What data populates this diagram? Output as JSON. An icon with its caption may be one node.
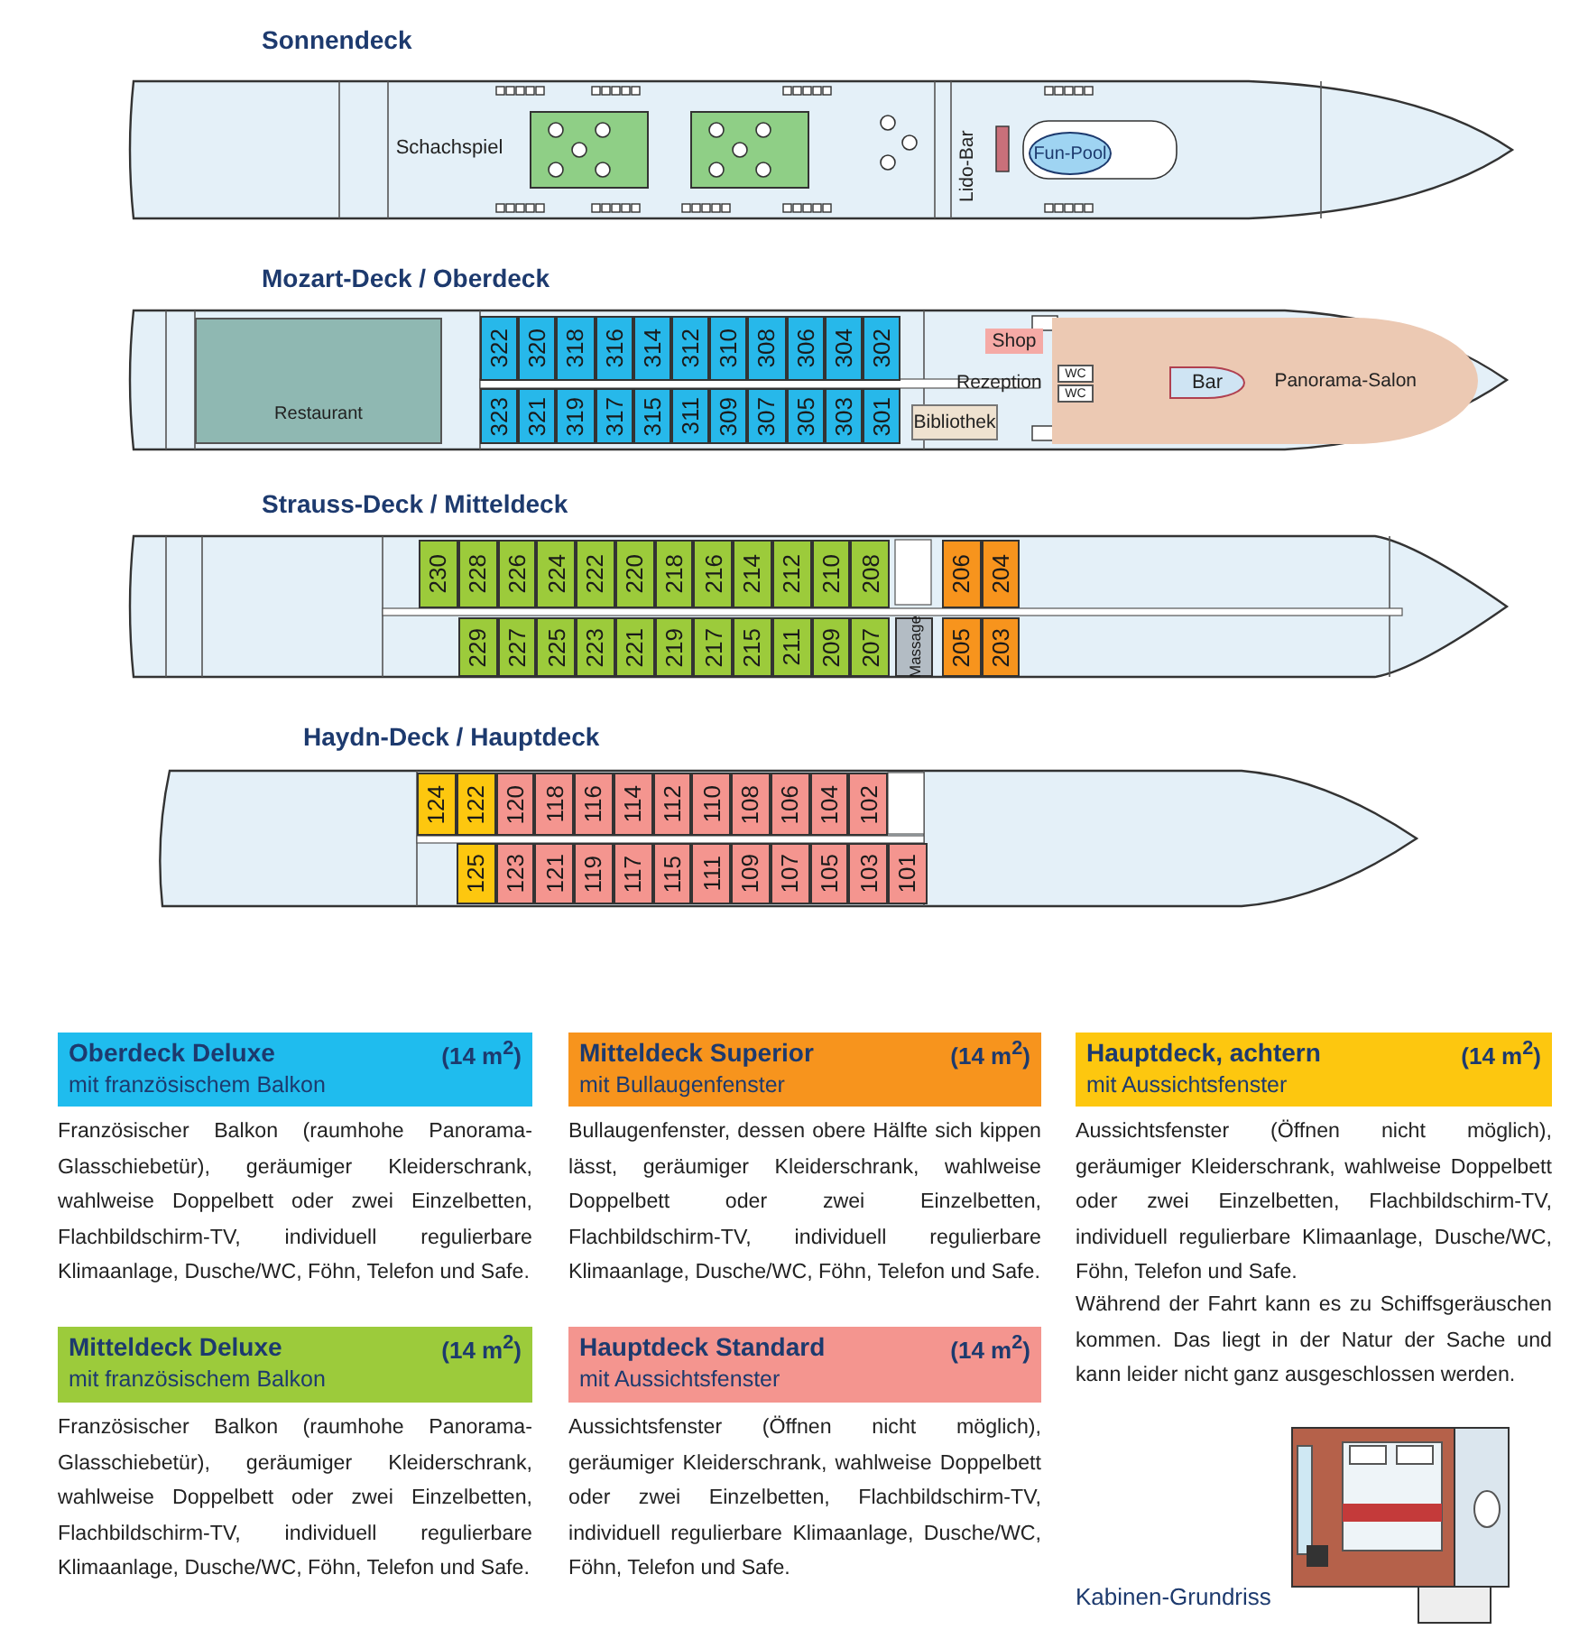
{
  "diagram": {
    "nodes": [
      {
        "text": [
          "Sonnendeck"
        ]
      },
      {
        "text": [
          "Fun-Pool"
        ],
        "in": 0
      },
      {
        "text": [
          "Mozart-Deck / Oberdeck"
        ]
      },
      {
        "text": [
          "Restaurant"
        ],
        "in": 2
      },
      {
        "text": [
          "322"
        ],
        "in": 2
      },
      {
        "text": [
          "320"
        ],
        "in": 2
      },
      {
        "text": [
          "318"
        ],
        "in": 2
      },
      {
        "text": [
          "316"
        ],
        "in": 2
      },
      {
        "text": [
          "314"
        ],
        "in": 2
      },
      {
        "text": [
          "312"
        ],
        "in": 2
      },
      {
        "text": [
          "310"
        ],
        "in": 2
      },
      {
        "text": [
          "308"
        ],
        "in": 2
      },
      {
        "text": [
          "306"
        ],
        "in": 2
      },
      {
        "text": [
          "304"
        ],
        "in": 2
      },
      {
        "text": [
          "302"
        ],
        "in": 2
      },
      {
        "text": [
          "323"
        ],
        "in": 2
      },
      {
        "text": [
          "321"
        ],
        "in": 2
      },
      {
        "text": [
          "319"
        ],
        "in": 2
      },
      {
        "text": [
          "317"
        ],
        "in": 2
      },
      {
        "text": [
          "315"
        ],
        "in": 2
      },
      {
        "text": [
          "311"
        ],
        "in": 2
      },
      {
        "text": [
          "309"
        ],
        "in": 2
      },
      {
        "text": [
          "307"
        ],
        "in": 2
      },
      {
        "text": [
          "305"
        ],
        "in": 2
      },
      {
        "text": [
          "303"
        ],
        "in": 2
      },
      {
        "text": [
          "301"
        ],
        "in": 2
      },
      {
        "text": [
          "Shop"
        ],
        "in": 2
      },
      {
        "text": [
          "Bibliothek"
        ],
        "in": 2
      },
      {
        "text": [
          "Panorama-Salon"
        ],
        "in": 2
      },
      {
        "text": [
          "WC"
        ],
        "in": 28
      },
      {
        "text": [
          "WC"
        ],
        "in": 28
      },
      {
        "text": [
          "Bar"
        ],
        "in": 28
      },
      {
        "text": [
          "Strauss-Deck / Mitteldeck"
        ]
      },
      {
        "text": [
          "230"
        ],
        "in": 32
      },
      {
        "text": [
          "228"
        ],
        "in": 32
      },
      {
        "text": [
          "226"
        ],
        "in": 32
      },
      {
        "text": [
          "224"
        ],
        "in": 32
      },
      {
        "text": [
          "222"
        ],
        "in": 32
      },
      {
        "text": [
          "220"
        ],
        "in": 32
      },
      {
        "text": [
          "218"
        ],
        "in": 32
      },
      {
        "text": [
          "216"
        ],
        "in": 32
      },
      {
        "text": [
          "214"
        ],
        "in": 32
      },
      {
        "text": [
          "212"
        ],
        "in": 32
      },
      {
        "text": [
          "210"
        ],
        "in": 32
      },
      {
        "text": [
          "208"
        ],
        "in": 32
      },
      {
        "text": [
          "206"
        ],
        "in": 32
      },
      {
        "text": [
          "204"
        ],
        "in": 32
      },
      {
        "text": [
          "229"
        ],
        "in": 32
      },
      {
        "text": [
          "227"
        ],
        "in": 32
      },
      {
        "text": [
          "225"
        ],
        "in": 32
      },
      {
        "text": [
          "223"
        ],
        "in": 32
      },
      {
        "text": [
          "221"
        ],
        "in": 32
      },
      {
        "text": [
          "219"
        ],
        "in": 32
      },
      {
        "text": [
          "217"
        ],
        "in": 32
      },
      {
        "text": [
          "215"
        ],
        "in": 32
      },
      {
        "text": [
          "211"
        ],
        "in": 32
      },
      {
        "text": [
          "209"
        ],
        "in": 32
      },
      {
        "text": [
          "207"
        ],
        "in": 32
      },
      {
        "text": [
          "Massage"
        ],
        "in": 32
      },
      {
        "text": [
          "205"
        ],
        "in": 32
      },
      {
        "text": [
          "203"
        ],
        "in": 32
      },
      {
        "text": [
          "Haydn-Deck / Hauptdeck"
        ]
      },
      {
        "text": [
          "124"
        ],
        "in": 61
      },
      {
        "text": [
          "122"
        ],
        "in": 61
      },
      {
        "text": [
          "120"
        ],
        "in": 61
      },
      {
        "text": [
          "118"
        ],
        "in": 61
      },
      {
        "text": [
          "116"
        ],
        "in": 61
      },
      {
        "text": [
          "114"
        ],
        "in": 61
      },
      {
        "text": [
          "112"
        ],
        "in": 61
      },
      {
        "text": [
          "110"
        ],
        "in": 61
      },
      {
        "text": [
          "108"
        ],
        "in": 61
      },
      {
        "text": [
          "106"
        ],
        "in": 61
      },
      {
        "text": [
          "104"
        ],
        "in": 61
      },
      {
        "text": [
          "102"
        ],
        "in": 61
      },
      {
        "text": [
          "125"
        ],
        "in": 61
      },
      {
        "text": [
          "123"
        ],
        "in": 61
      },
      {
        "text": [
          "121"
        ],
        "in": 61
      },
      {
        "text": [
          "119"
        ],
        "in": 61
      },
      {
        "text": [
          "117"
        ],
        "in": 61
      },
      {
        "text": [
          "115"
        ],
        "in": 61
      },
      {
        "text": [
          "111"
        ],
        "in": 61
      },
      {
        "text": [
          "109"
        ],
        "in": 61
      },
      {
        "text": [
          "107"
        ],
        "in": 61
      },
      {
        "text": [
          "105"
        ],
        "in": 61
      },
      {
        "text": [
          "103"
        ],
        "in": 61
      },
      {
        "text": [
          "101"
        ],
        "in": 61
      },
      {
        "text": [
          "Oberdeck Deluxe",
          "(14 m$^{2}$)",
          "mit französischem Balkon"
        ]
      },
      {
        "text": [
          "Mitteldeck Deluxe",
          "(14 m$^{2}$)",
          "mit französischem Balkon"
        ]
      },
      {
        "text": [
          "Mitteldeck Superior",
          "(14 m$^{2}$)",
          "mit Bullaugenfenster"
        ]
      },
      {
        "text": [
          "Hauptdeck Standard",
          "(14 m$^{2}$)",
          "mit Aussichtsfenster"
        ]
      },
      {
        "text": [
          "Hauptdeck, achtern",
          "(14 m$^{2}$)",
          "mit Aussichtsfenster"
        ]
      }
    ],
    "labels": [
      "Schachspiel",
      "Lido-Bar",
      "Rezeption",
      "Französischer Balkon (raumhohe Panorama-Glasschiebetür), geräumiger Kleiderschrank, wahlweise Doppelbett oder zwei Einzelbetten, Flachbildschirm-TV, individuell regulierbare Klimaanlage, Dusche/WC, Föhn, Telefon und Safe.",
      "Bullaugenfenster, dessen obere Hälfte sich kippen lässt, geräumiger Kleiderschrank, wahlweise Doppelbett oder zwei Einzelbetten, Flachbildschirm-TV, individuell regulierbare Klimaanlage, Dusche/WC, Föhn, Telefon und Safe.",
      "Aussichtsfenster (Öffnen nicht möglich), geräumiger Kleiderschrank, wahlweise Doppelbett oder zwei Einzelbetten, Flachbildschirm-TV, individuell regulierbare Klimaanlage, Dusche/WC, Föhn, Telefon und Safe.",
      "Während der Fahrt kann es zu Schiffsgeräuschen kommen. Das liegt in der Natur der Sache und kann leider nicht ganz ausgeschlossen werden.",
      "Französischer Balkon (raumhohe Panorama-Glasschiebetür), geräumiger Kleiderschrank, wahlweise Doppelbett oder zwei Einzelbetten, Flachbildschirm-TV, individuell regulierbare Klimaanlage, Dusche/WC, Föhn, Telefon und Safe.",
      "Aussichtsfenster (Öffnen nicht möglich), geräumiger Kleiderschrank, wahlweise Doppelbett oder zwei Einzelbetten, Flachbildschirm-TV, individuell regulierbare Klimaanlage, Dusche/WC, Föhn, Telefon und Safe.",
      "Kabinen-Grundriss"
    ]
  }
}
